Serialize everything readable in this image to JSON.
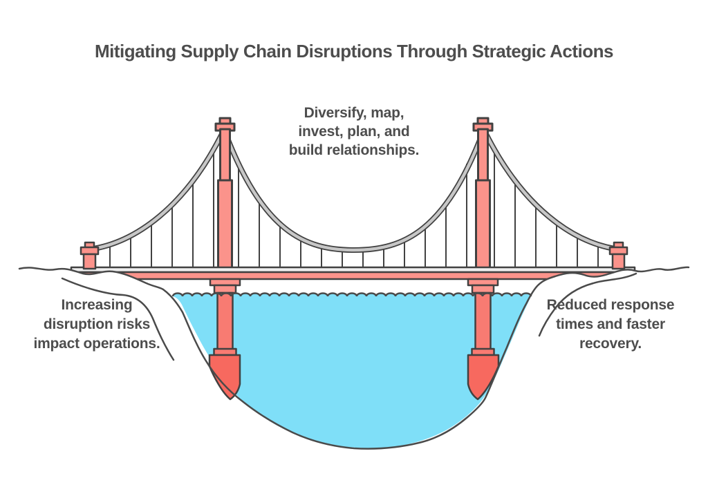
{
  "title": "Mitigating Supply Chain Disruptions Through Strategic Actions",
  "annotations": {
    "top": "Diversify, map,\ninvest, plan, and\nbuild relationships.",
    "left": "Increasing\ndisruption risks\nimpact operations.",
    "right": "Reduced response\ntimes and faster\nrecovery."
  },
  "diagram": {
    "type": "suspension-bridge-metaphor-illustration",
    "colors": {
      "outline": "#414141",
      "terrain_line": "#4a4a4a",
      "tower_salmon": "#FB938B",
      "underwater_coral": "#F87B72",
      "footing_coral": "#F7695F",
      "water_cyan": "#7FDFF8",
      "cable_gray": "#C7C7C7",
      "roadway_gray": "#EFEFEF",
      "text_gray": "#4D4D4D"
    }
  }
}
